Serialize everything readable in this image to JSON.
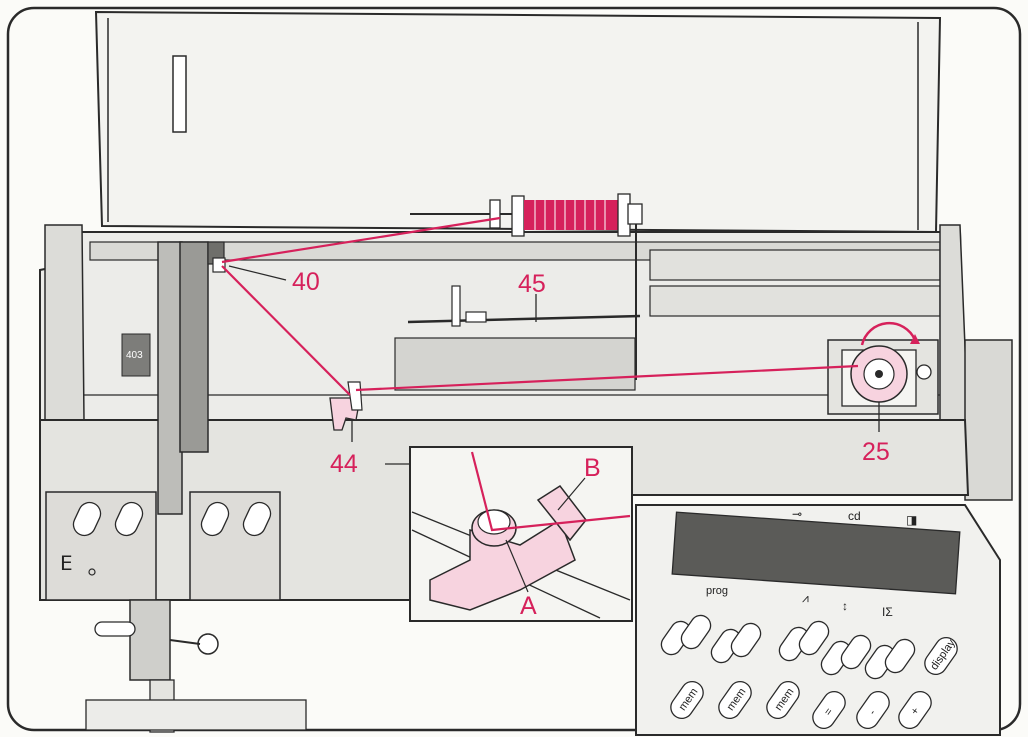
{
  "colors": {
    "thread": "#d6215b",
    "outline": "#2a2a2a",
    "light_grey": "#e9e9e6",
    "mid_grey": "#cfcfcb",
    "dark_grey": "#8a8a86",
    "display_panel": "#5b5b58",
    "paper": "#fbfbf8"
  },
  "callouts": {
    "spool_guide": "40",
    "bobbin_pin": "45",
    "thread_guide": "44",
    "bobbin_winder": "25",
    "detail_a": "A",
    "detail_b": "B"
  },
  "panel": {
    "top_marks": [
      "⊸",
      "cd",
      "◨"
    ],
    "prog_label": "prog",
    "symbols": [
      "⩘",
      "↕",
      "ΙΣ"
    ],
    "bottom_keys": [
      "mem",
      "mem",
      "mem",
      "=",
      "-",
      "+",
      "display"
    ]
  },
  "icons": {
    "left_side": "bobbin-symbol-icon",
    "stitch_width_icon": "stitch-width-icon"
  }
}
